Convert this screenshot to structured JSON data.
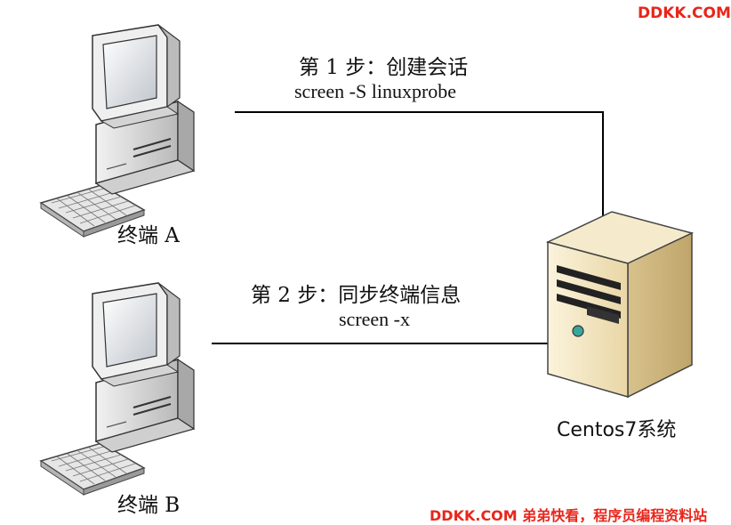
{
  "watermark_top": "DDKK.COM",
  "watermark_bottom": "DDKK.COM 弟弟快看，程序员编程资料站",
  "step1": {
    "title": "第 1 步：创建会话",
    "command": "screen -S linuxprobe"
  },
  "step2": {
    "title": "第 2 步：同步终端信息",
    "command": "screen -x"
  },
  "terminal_a": {
    "label": "终端 A",
    "icon": "desktop-computer-icon"
  },
  "terminal_b": {
    "label": "终端 B",
    "icon": "desktop-computer-icon"
  },
  "server": {
    "label": "Centos7系统",
    "icon": "server-tower-icon"
  },
  "colors": {
    "watermark": "#e8261b",
    "line": "#000000"
  }
}
